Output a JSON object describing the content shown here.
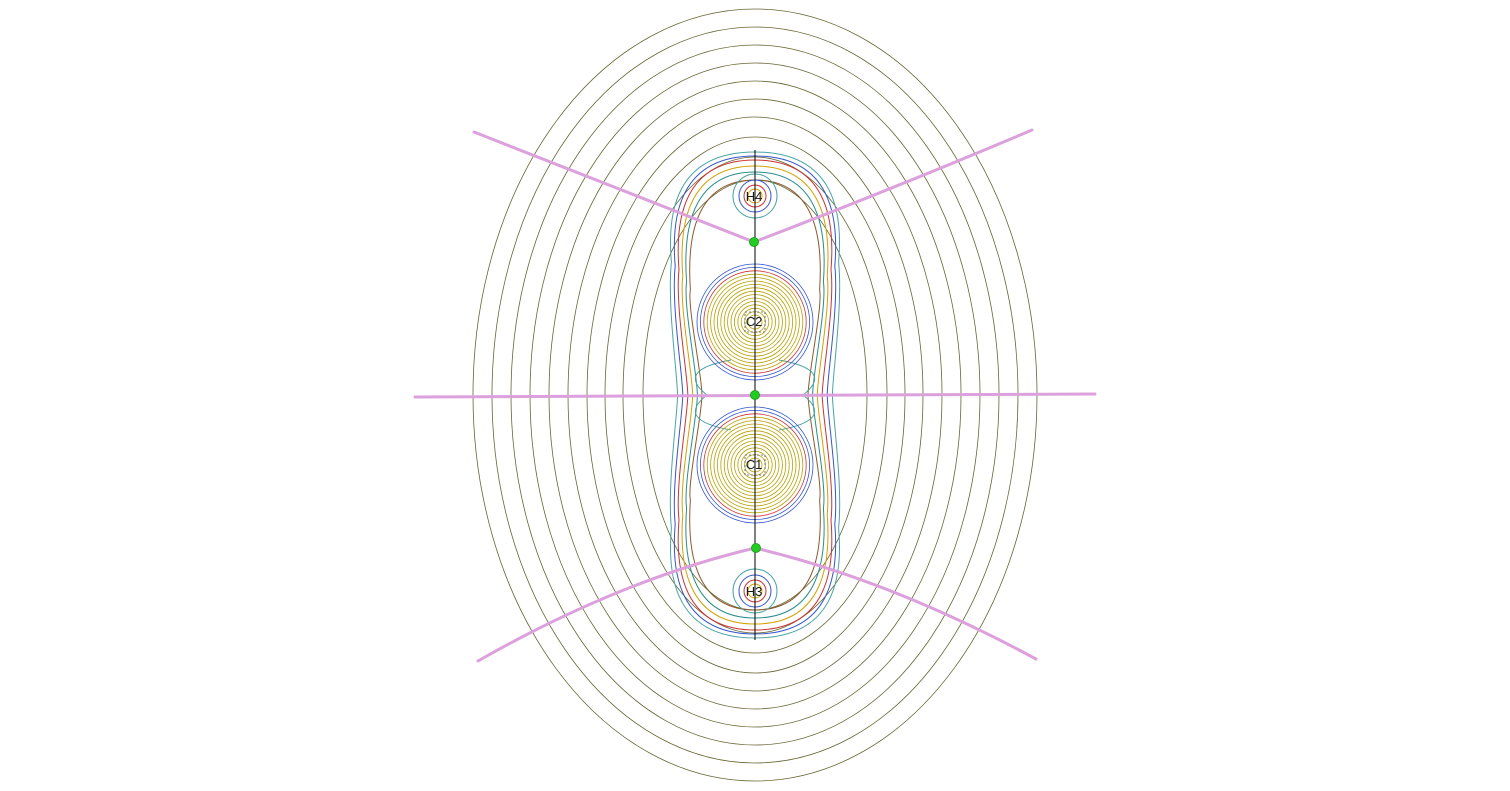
{
  "atoms": [
    {
      "id": "H4",
      "label": "H4"
    },
    {
      "id": "C2",
      "label": "C2"
    },
    {
      "id": "C1",
      "label": "C1"
    },
    {
      "id": "H3",
      "label": "H3"
    }
  ],
  "bond_critical_points": [
    {
      "between": [
        "H4",
        "C2"
      ]
    },
    {
      "between": [
        "C2",
        "C1"
      ]
    },
    {
      "between": [
        "C1",
        "H3"
      ]
    }
  ],
  "colors": {
    "outer_contour": "#666633",
    "inner_contour_palette": [
      "#4aa3a3",
      "#3355cc",
      "#cc3333",
      "#d4a000",
      "#2a8c8c",
      "#8b5a2b"
    ],
    "core_contour": "#b8a000",
    "separatrix": "#dca0dc",
    "critical_point": "#22cc22",
    "bond_path": "#000000",
    "atom_label": "#1a1a1a"
  }
}
